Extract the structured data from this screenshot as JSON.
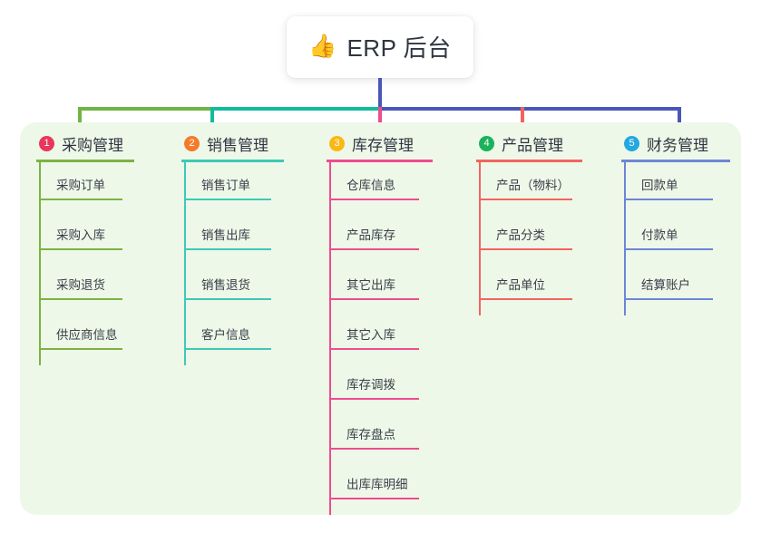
{
  "root": {
    "icon": "thumbs-up-emoji",
    "emoji": "👍",
    "title": "ERP 后台"
  },
  "panel": {
    "background": "#eef8e9"
  },
  "connectors": {
    "root_drop_color": "#4a56b8",
    "bus_segments": [
      {
        "color": "#6fb544"
      },
      {
        "color": "#11bb9e"
      },
      {
        "color": "#4a56b8"
      }
    ]
  },
  "columns": [
    {
      "number": "1",
      "title": "采购管理",
      "badge_color": "#e8365d",
      "line_color": "#7cb342",
      "items": [
        "采购订单",
        "采购入库",
        "采购退货",
        "供应商信息"
      ]
    },
    {
      "number": "2",
      "title": "销售管理",
      "badge_color": "#f47b2a",
      "line_color": "#3ec9b6",
      "items": [
        "销售订单",
        "销售出库",
        "销售退货",
        "客户信息"
      ]
    },
    {
      "number": "3",
      "title": "库存管理",
      "badge_color": "#fbb814",
      "line_color": "#ee4c8f",
      "items": [
        "仓库信息",
        "产品库存",
        "其它出库",
        "其它入库",
        "库存调拨",
        "库存盘点",
        "出库库明细"
      ]
    },
    {
      "number": "4",
      "title": "产品管理",
      "badge_color": "#1cb25a",
      "line_color": "#f4645f",
      "items": [
        "产品（物料）",
        "产品分类",
        "产品单位"
      ]
    },
    {
      "number": "5",
      "title": "财务管理",
      "badge_color": "#23a8e0",
      "line_color": "#6c86d6",
      "items": [
        "回款单",
        "付款单",
        "结算账户"
      ]
    }
  ]
}
